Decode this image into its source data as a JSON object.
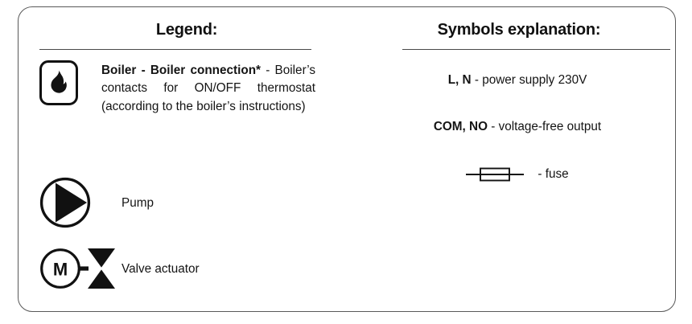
{
  "panel": {
    "columns": {
      "legend": {
        "title": "Legend:",
        "entries": [
          {
            "icon": "boiler-flame-icon",
            "text_bold": "Boiler - Boiler connection*",
            "text_rest": " - Boiler’s contacts for ON/OFF thermostat (according to the boiler’s instructions)"
          },
          {
            "icon": "pump-icon",
            "label": "Pump"
          },
          {
            "icon": "valve-actuator-icon",
            "label": "Valve actuator"
          }
        ]
      },
      "symbols": {
        "title": "Symbols explanation:",
        "entries": [
          {
            "term": "L, N",
            "description": " - power supply 230V"
          },
          {
            "term": "COM, NO",
            "description": " - voltage-free output"
          },
          {
            "icon": "fuse-icon",
            "description": "- fuse"
          }
        ]
      }
    }
  },
  "colors": {
    "frame_border": "#595959",
    "divider": "#4a4a4a",
    "text": "#141414",
    "icon_stroke": "#111111",
    "background": "#ffffff"
  }
}
